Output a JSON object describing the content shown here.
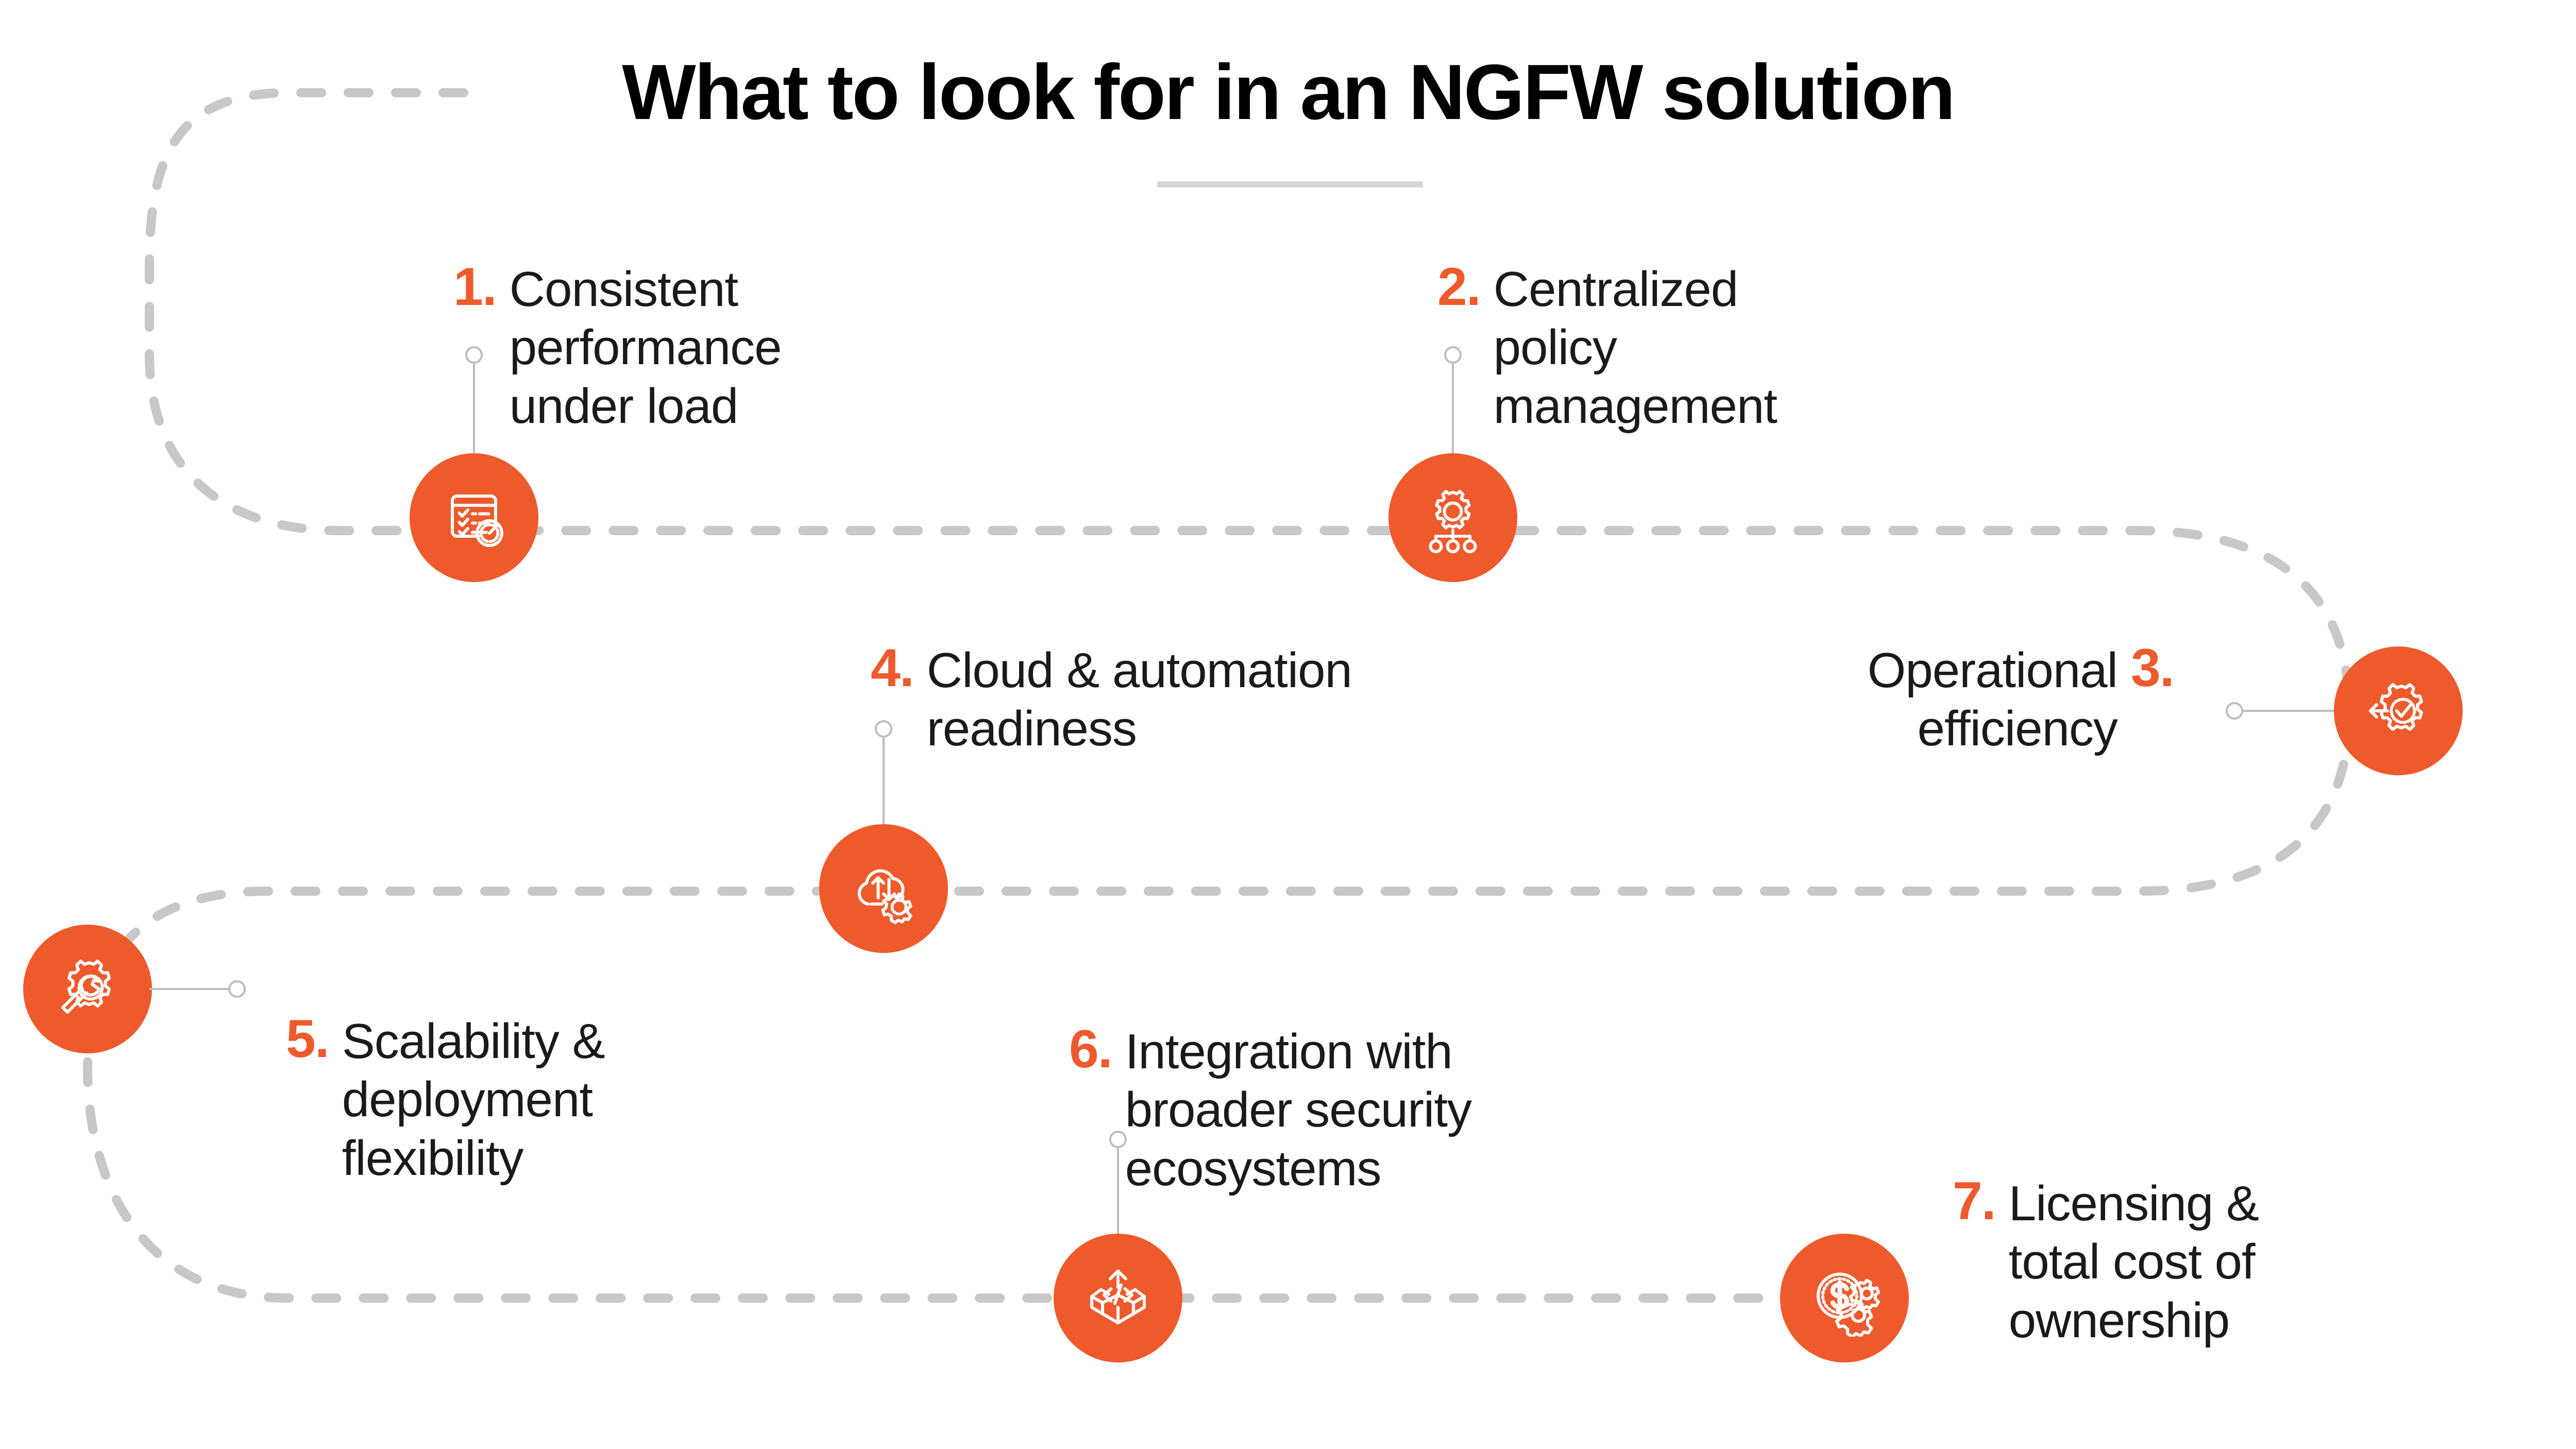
{
  "page": {
    "title": "What to look for in an NGFW solution",
    "background_color": "#ffffff",
    "accent_color": "#ee5a2c",
    "text_color": "#1a1a1a",
    "path_color": "#c8c8c8",
    "leader_color": "#bdbdbd",
    "divider_color": "#d6d6d6"
  },
  "items": [
    {
      "number": "1.",
      "label": "Consistent\nperformance\nunder load",
      "icon": "checklist-gauge-icon"
    },
    {
      "number": "2.",
      "label": "Centralized\npolicy\nmanagement",
      "icon": "gear-hierarchy-icon"
    },
    {
      "number": "3.",
      "label": "Operational\nefficiency",
      "icon": "gear-check-arrow-icon"
    },
    {
      "number": "4.",
      "label": "Cloud & automation\nreadiness",
      "icon": "cloud-sync-gear-icon"
    },
    {
      "number": "5.",
      "label": "Scalability &\ndeployment\nflexibility",
      "icon": "wrench-gear-icon"
    },
    {
      "number": "6.",
      "label": "Integration with\nbroader security\necosystems",
      "icon": "open-box-code-icon"
    },
    {
      "number": "7.",
      "label": "Licensing &\ntotal cost of\nownership",
      "icon": "dollar-coin-gears-icon"
    }
  ]
}
